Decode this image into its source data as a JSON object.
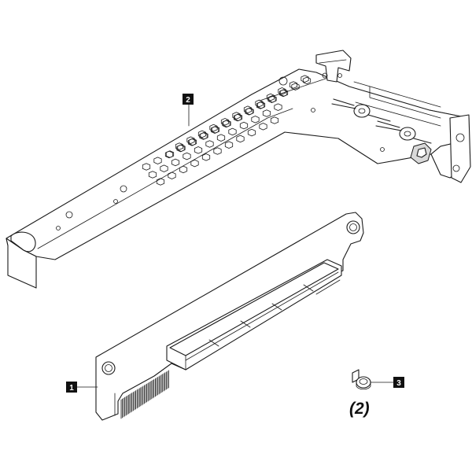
{
  "callouts": [
    {
      "id": "1",
      "label": "1"
    },
    {
      "id": "2",
      "label": "2"
    },
    {
      "id": "3",
      "label": "3"
    }
  ],
  "quantity_label": "(2)"
}
